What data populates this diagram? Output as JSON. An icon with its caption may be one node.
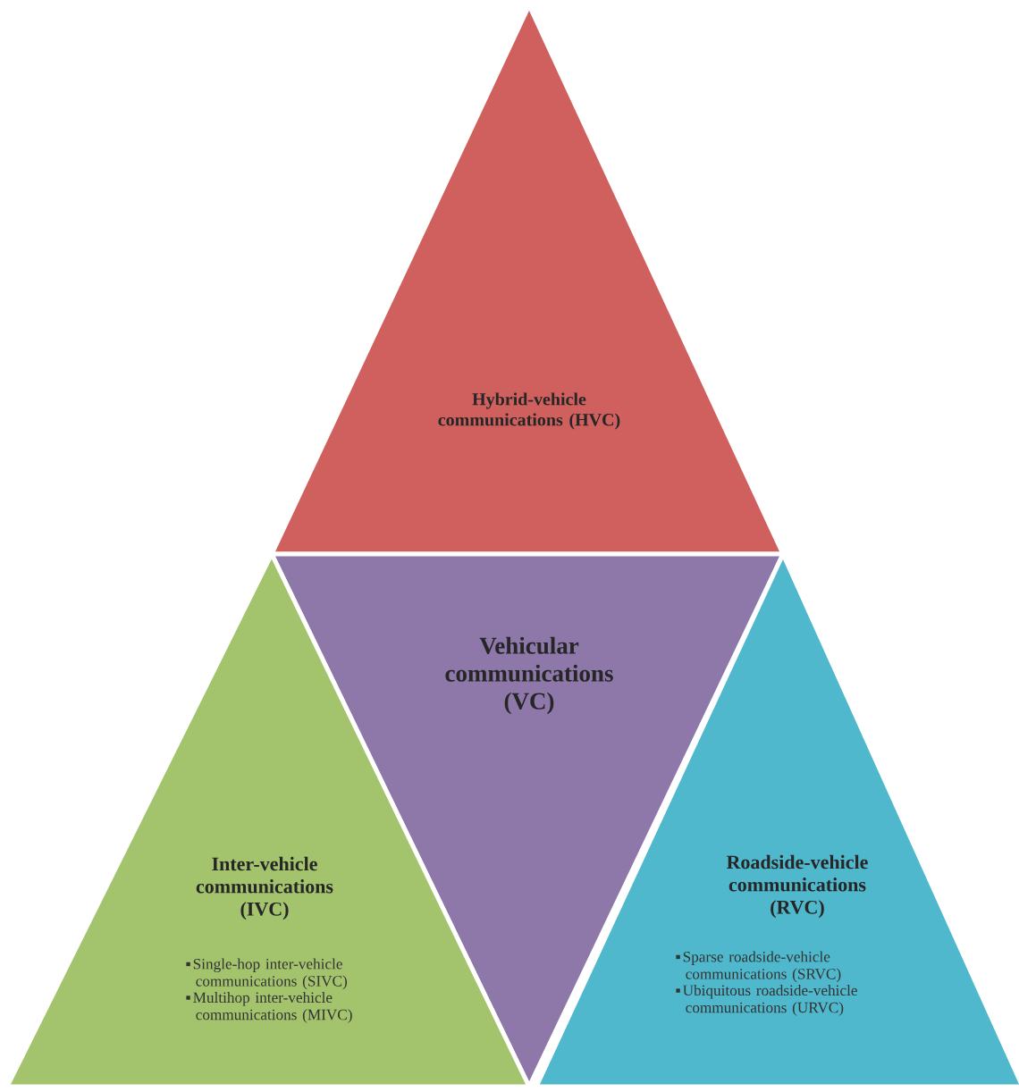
{
  "diagram": {
    "nodes": [
      {
        "text": [
          "Hybrid-vehicle communications (HVC)"
        ]
      },
      {
        "text": [
          "Vehicular communications (VC)"
        ]
      },
      {
        "text": [
          "Inter-vehicle communications (IVC)",
          "Single-hop inter-vehicle communications (SIVC)",
          "Multihop inter-vehicle communications (MIVC)"
        ]
      },
      {
        "text": [
          "Roadside-vehicle communications (RVC)",
          "Sparse roadside-vehicle communications (SRVC)",
          "Ubiquitous roadside-vehicle communications (URVC)"
        ]
      }
    ]
  }
}
